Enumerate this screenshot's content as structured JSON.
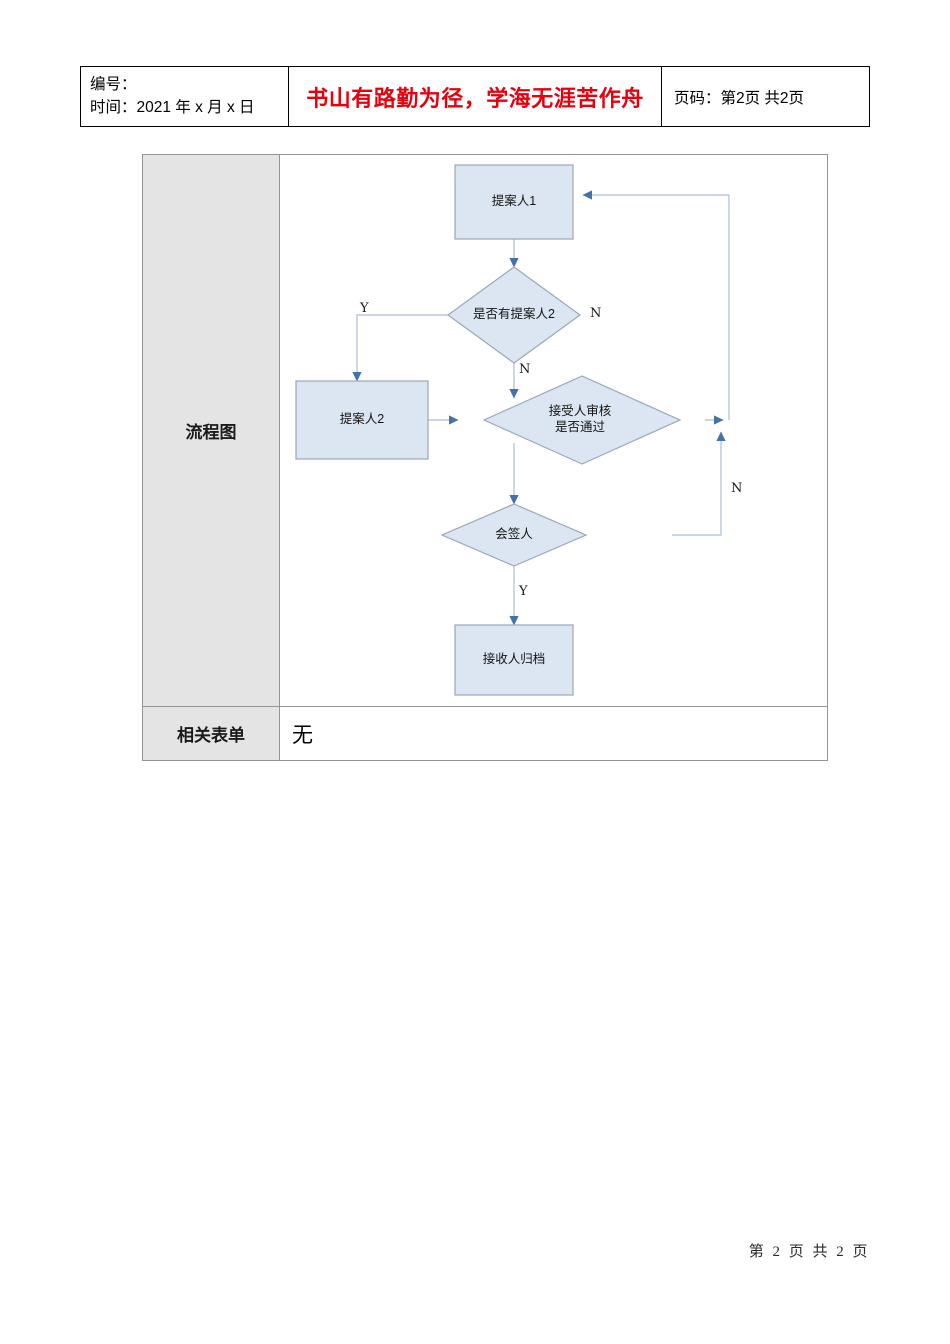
{
  "header": {
    "number_label": "编号：",
    "time_label": "时间：2021 年 x 月 x 日",
    "slogan": "书山有路勤为径，学海无涯苦作舟",
    "page_info": "页码：第2页 共2页"
  },
  "table": {
    "row_flowchart_label": "流程图",
    "row_forms_label": "相关表单",
    "row_forms_value": "无"
  },
  "flowchart": {
    "nodes": [
      {
        "id": "proposer1",
        "shape": "rect",
        "text": "提案人1"
      },
      {
        "id": "has-proposer2",
        "shape": "diamond",
        "text": "是否有提案人2"
      },
      {
        "id": "proposer2",
        "shape": "rect",
        "text": "提案人2"
      },
      {
        "id": "review-pass",
        "shape": "diamond",
        "text": "接受人审核是否通过"
      },
      {
        "id": "countersign",
        "shape": "diamond",
        "text": "会签人"
      },
      {
        "id": "receiver-archive",
        "shape": "rect",
        "text": "接收人归档"
      }
    ],
    "edge_labels": {
      "has_proposer2_yes": "Y",
      "has_proposer2_no_right": "N",
      "has_proposer2_no_down": "N",
      "review_no": "N",
      "countersign_yes": "Y"
    },
    "colors": {
      "node_fill": "#dce6f2",
      "node_stroke": "#9aa7b8",
      "connector": "#a8bdd6",
      "arrowhead": "#4472a8"
    }
  },
  "footer": {
    "page_text": "第 2 页 共 2 页"
  }
}
